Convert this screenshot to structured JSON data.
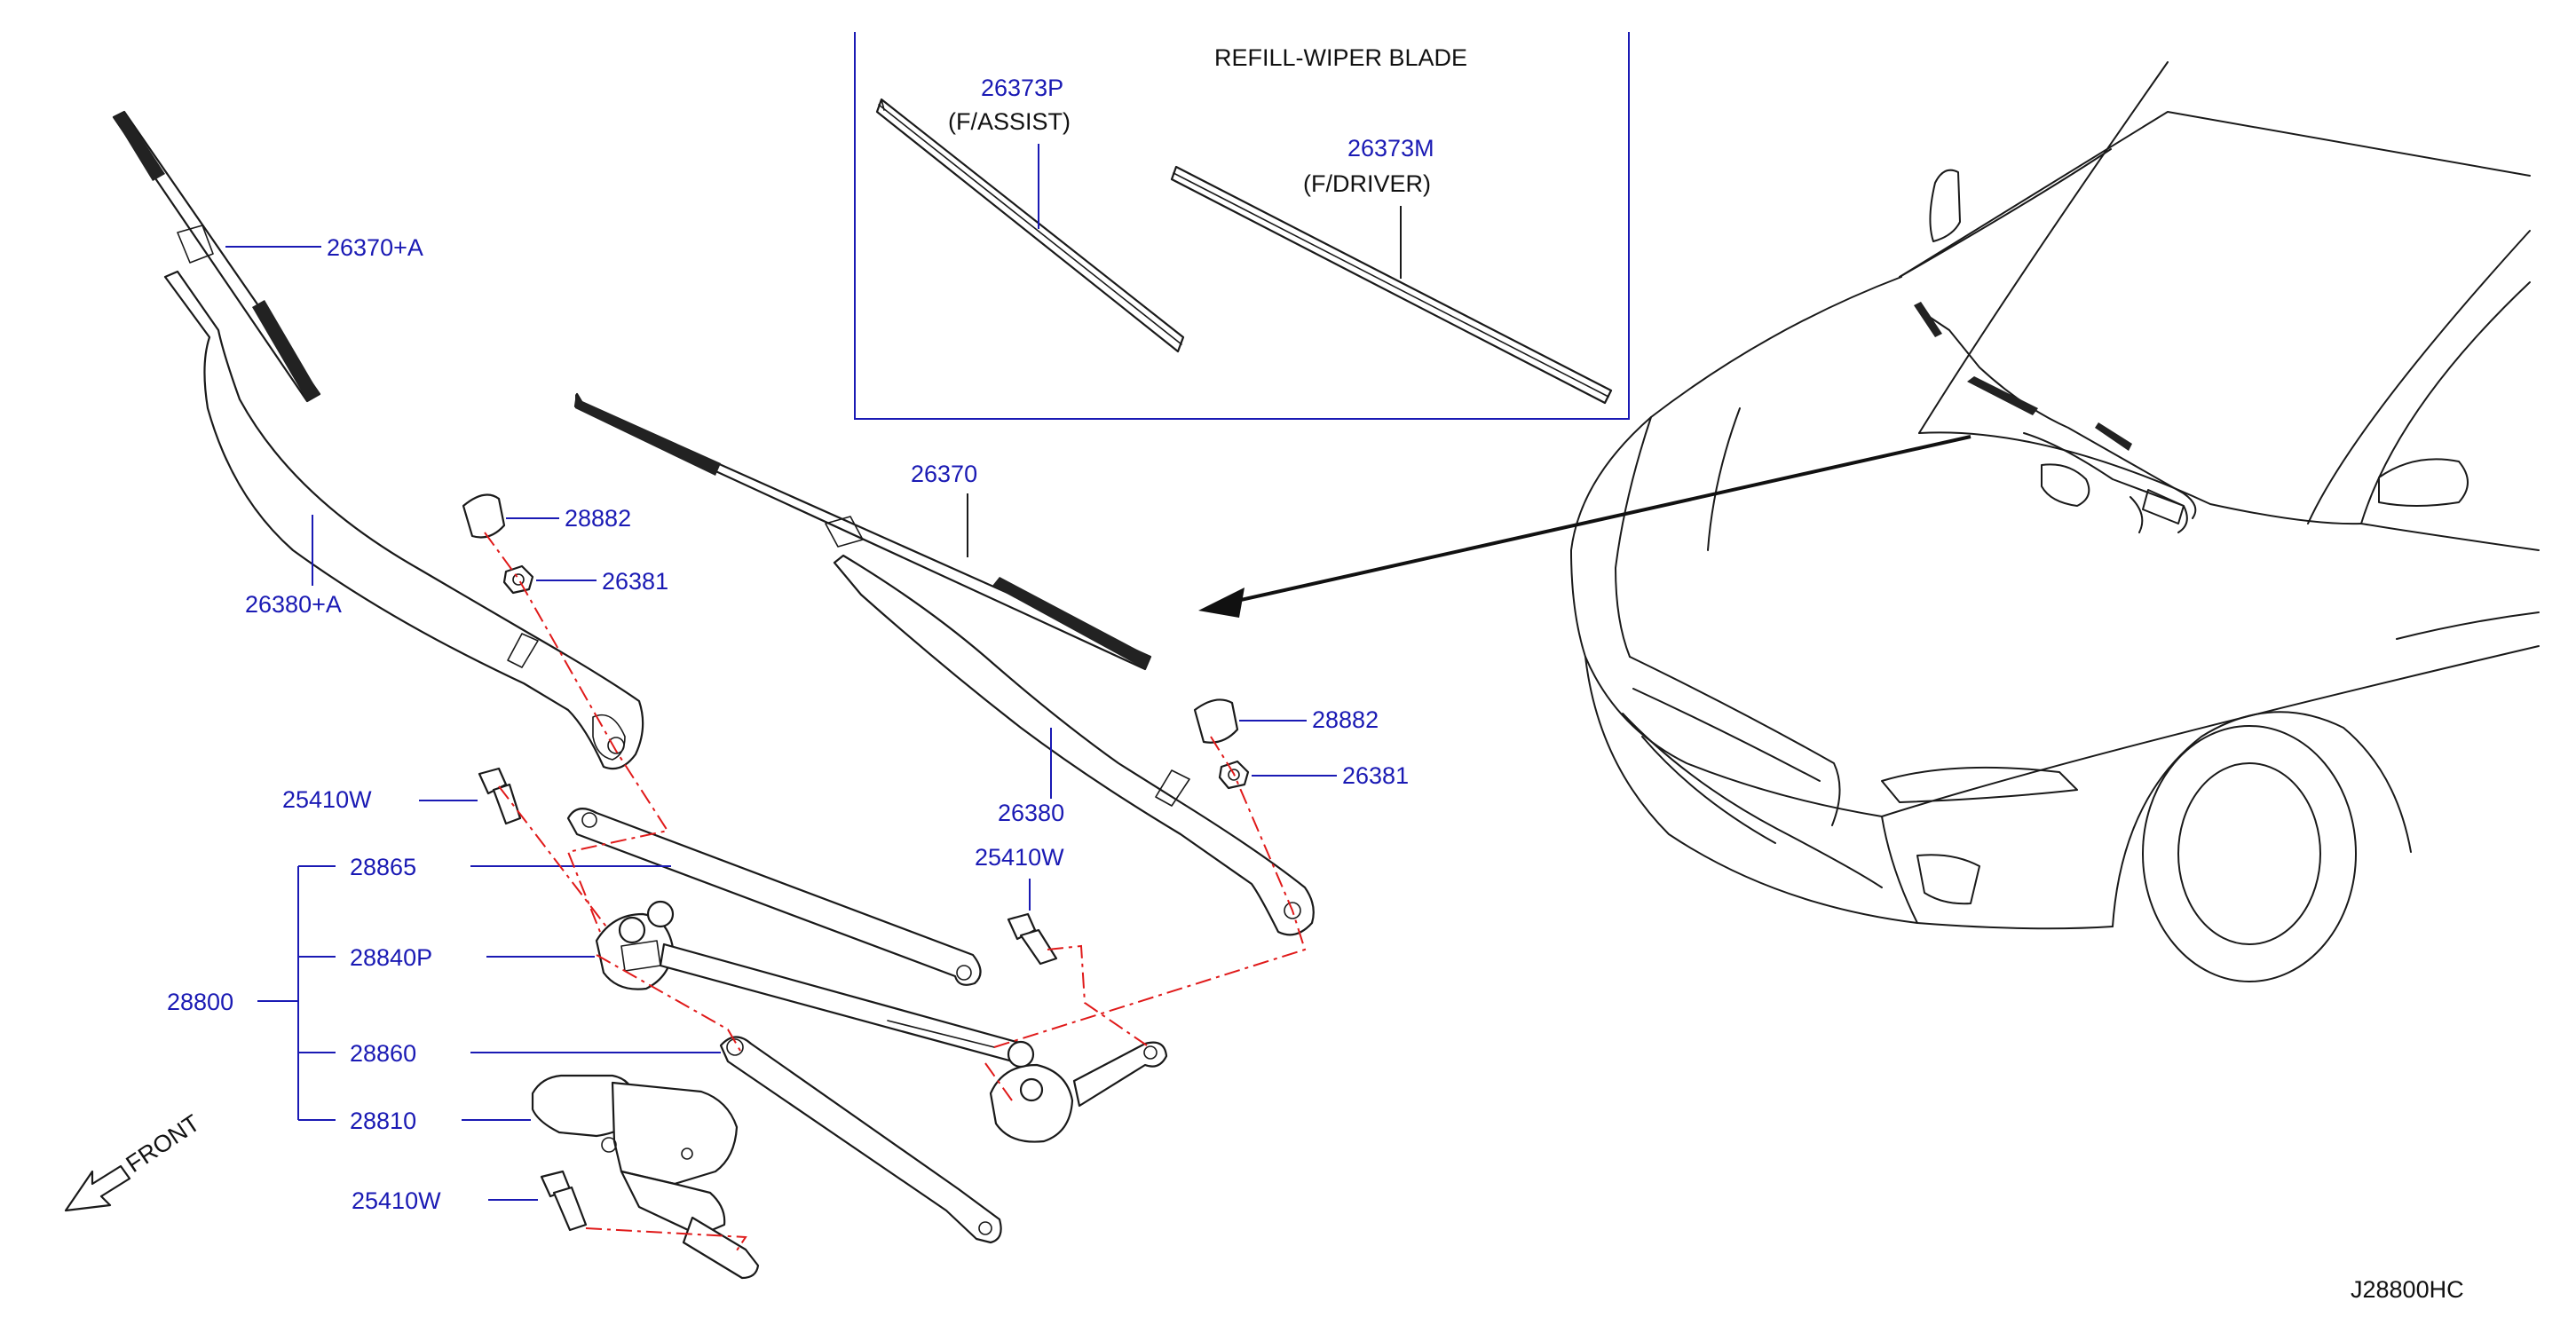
{
  "inset": {
    "title": "REFILL-WIPER   BLADE",
    "assist_part": "26373P",
    "assist_caption": "(F/ASSIST)",
    "driver_part": "26373M",
    "driver_caption": "(F/DRIVER)"
  },
  "labels": {
    "blade_assist": "26370+A",
    "arm_assist": "26380+A",
    "blade_driver": "26370",
    "arm_driver": "26380",
    "cap_left": "28882",
    "nut_left": "26381",
    "cap_right": "28882",
    "nut_right": "26381",
    "bolt_top": "25410W",
    "bolt_mid": "25410W",
    "bolt_bottom": "25410W",
    "assembly": "28800",
    "link_rod": "28865",
    "pivot": "28840P",
    "drive_rod": "28860",
    "motor": "28810"
  },
  "front_indicator": "FRONT",
  "diagram_code": "J28800HC",
  "colors": {
    "label": "#1a1ab4",
    "line": "#1a1a1a",
    "phantom": "#e01a1a"
  },
  "icons": {
    "front": "arrow-front-icon"
  }
}
